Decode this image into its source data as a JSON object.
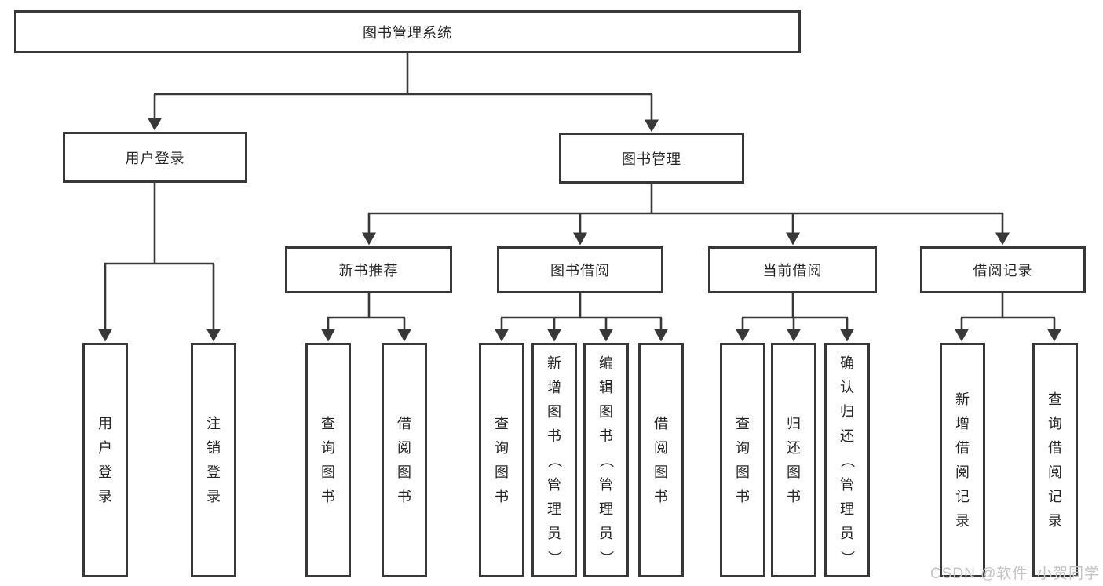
{
  "diagram": {
    "root_label": "图书管理系统",
    "level2": {
      "user_login": "用户登录",
      "book_mgmt": "图书管理"
    },
    "level3": {
      "new_books": "新书推荐",
      "borrow": "图书借阅",
      "current": "当前借阅",
      "records": "借阅记录"
    },
    "leaves": {
      "user_login": [
        "用户登录",
        "注销登录"
      ],
      "new_books": [
        "查询图书",
        "借阅图书"
      ],
      "borrow": [
        "查询图书",
        "新增图书（管理员）",
        "编辑图书（管理员）",
        "借阅图书"
      ],
      "current": [
        "查询图书",
        "归还图书",
        "确认归还（管理员）"
      ],
      "records": [
        "新增借阅记录",
        "查询借阅记录"
      ]
    },
    "watermark": "CSDN @软件_小贺同学",
    "colors": {
      "line": "#383838",
      "text": "#262626",
      "watermark": "#c5c5c5",
      "background": "#ffffff"
    }
  }
}
